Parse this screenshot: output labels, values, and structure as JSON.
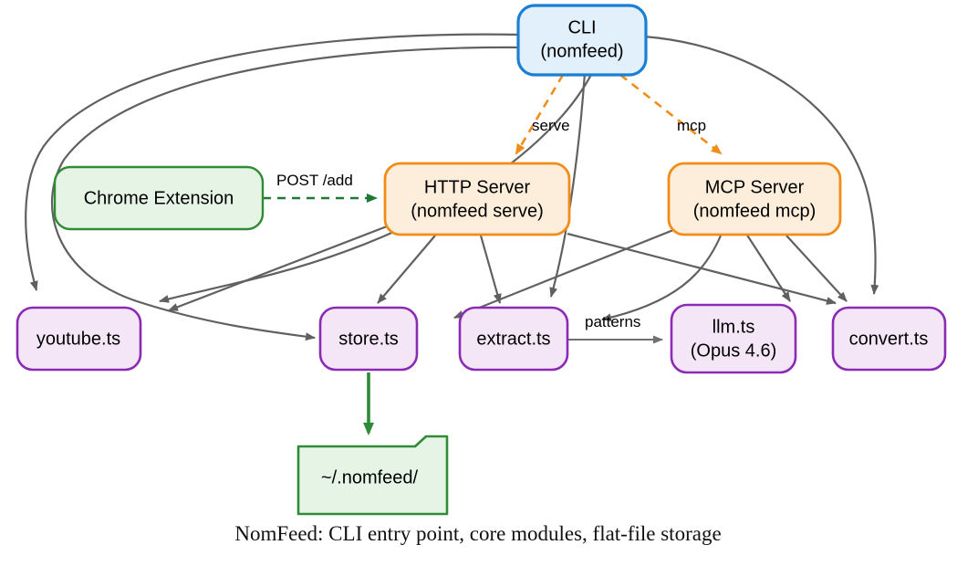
{
  "diagram": {
    "caption": "NomFeed: CLI entry point, core modules, flat-file storage",
    "nodes": [
      {
        "id": "cli",
        "label_line1": "CLI",
        "label_line2": "(nomfeed)",
        "fill": "#e1f0fb",
        "stroke": "#1a7fd4"
      },
      {
        "id": "chrome",
        "label_line1": "Chrome Extension",
        "label_line2": "",
        "fill": "#e6f4e6",
        "stroke": "#2f8b35"
      },
      {
        "id": "http",
        "label_line1": "HTTP Server",
        "label_line2": "(nomfeed serve)",
        "fill": "#fdeedb",
        "stroke": "#f28c18"
      },
      {
        "id": "mcp",
        "label_line1": "MCP Server",
        "label_line2": "(nomfeed mcp)",
        "fill": "#fdeedb",
        "stroke": "#f28c18"
      },
      {
        "id": "youtube",
        "label_line1": "youtube.ts",
        "label_line2": "",
        "fill": "#f4e6f7",
        "stroke": "#8b2bb5"
      },
      {
        "id": "store",
        "label_line1": "store.ts",
        "label_line2": "",
        "fill": "#f4e6f7",
        "stroke": "#8b2bb5"
      },
      {
        "id": "extract",
        "label_line1": "extract.ts",
        "label_line2": "",
        "fill": "#f4e6f7",
        "stroke": "#8b2bb5"
      },
      {
        "id": "llm",
        "label_line1": "llm.ts",
        "label_line2": "(Opus 4.6)",
        "fill": "#f4e6f7",
        "stroke": "#8b2bb5"
      },
      {
        "id": "convert",
        "label_line1": "convert.ts",
        "label_line2": "",
        "fill": "#f4e6f7",
        "stroke": "#8b2bb5"
      },
      {
        "id": "storage",
        "label_line1": "~/.nomfeed/",
        "label_line2": "",
        "fill": "#e6f4e6",
        "stroke": "#2f8b35"
      }
    ],
    "edge_labels": {
      "serve": "serve",
      "mcp": "mcp",
      "post_add": "POST /add",
      "patterns": "patterns"
    },
    "colors": {
      "cli_accent": "#1a7fd4",
      "server_accent": "#f28c18",
      "module_accent": "#8b2bb5",
      "storage_accent": "#2f8b35",
      "edge_gray": "#606060"
    }
  }
}
